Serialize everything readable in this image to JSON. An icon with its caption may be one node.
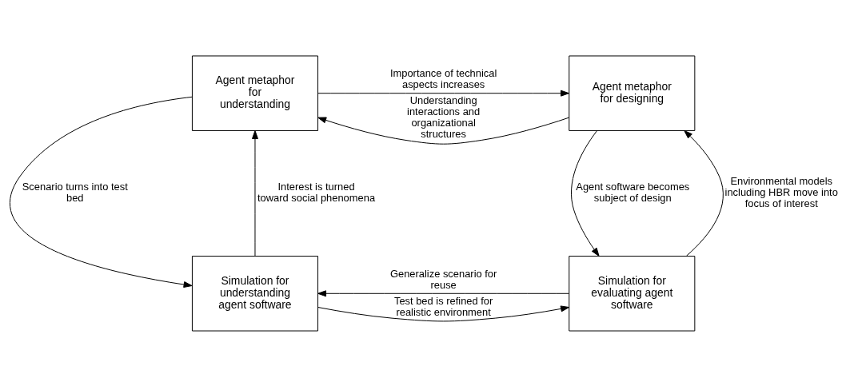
{
  "diagram": {
    "nodes": [
      {
        "text": [
          "Agent metaphor for understanding"
        ]
      },
      {
        "text": [
          "Agent metaphor for designing"
        ]
      },
      {
        "text": [
          "Simulation for understanding agent software"
        ]
      },
      {
        "text": [
          "Simulation for evaluating agent software"
        ]
      }
    ],
    "edges": [
      {
        "from": 1,
        "to": 0,
        "arrow": "to",
        "label": "Understanding interactions and organizational structures"
      },
      {
        "from": 0,
        "to": 1,
        "arrow": "to",
        "label": "Importance of technical aspects increases"
      },
      {
        "from": 0,
        "to": 2,
        "arrow": "to",
        "label": "Scenario turns into test bed"
      },
      {
        "from": 2,
        "to": 0,
        "arrow": "to",
        "label": "Interest is turned toward social phenomena"
      },
      {
        "from": 1,
        "to": 3,
        "arrow": "to",
        "label": "Agent software becomes subject of design"
      },
      {
        "from": 3,
        "to": 1,
        "arrow": "to",
        "label": "Environmental models including HBR move into focus of interest"
      },
      {
        "from": 3,
        "to": 2,
        "arrow": "to",
        "label": "Generalize scenario for reuse"
      },
      {
        "from": 2,
        "to": 3,
        "arrow": "to",
        "label": "Test bed is refined for realistic environment"
      }
    ]
  }
}
